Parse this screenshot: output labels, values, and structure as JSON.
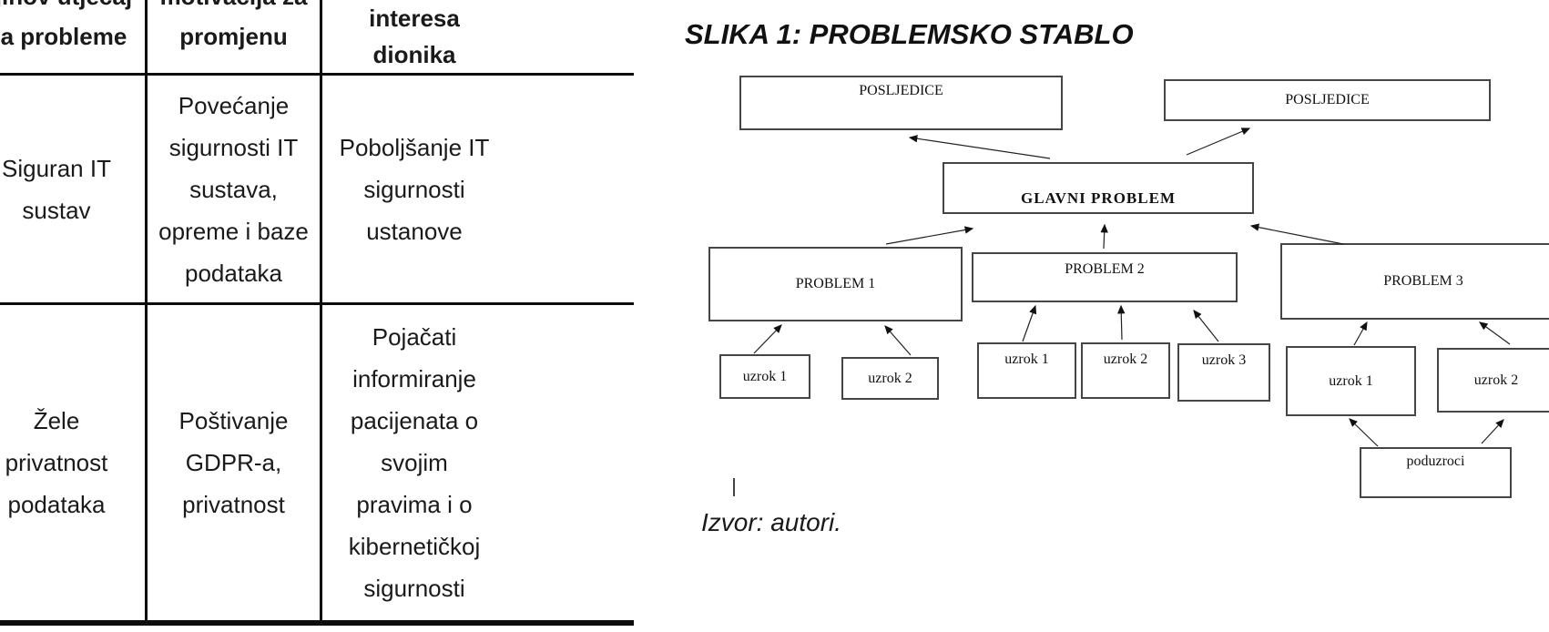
{
  "table": {
    "headers": [
      {
        "line1": "njihov utjecaj",
        "line2": "na probleme"
      },
      {
        "line1": "motivacija za",
        "line2": "promjenu"
      },
      {
        "line1": "interesa",
        "line2": "dionika"
      }
    ],
    "rows": [
      {
        "col1": "Siguran IT\nsustav",
        "col2": "Povećanje\nsigurnosti IT\nsustava,\nopreme i baze\npodataka",
        "col3": "Poboljšanje IT\nsigurnosti\nustanove"
      },
      {
        "col1": "Žele\nprivatnost\npodataka",
        "col2": "Poštivanje\nGDPR-a,\nprivatnost",
        "col3": "Pojačati\ninformiranje\npacijenata o\nsvojim\npravima i o\nkibernetičkoj\nsigurnosti"
      }
    ]
  },
  "figure": {
    "title": "SLIKA 1: PROBLEMSKO STABLO",
    "caption": "Izvor: autori.",
    "nodes": {
      "posljedice_left": "POSLJEDICE",
      "posljedice_right": "POSLJEDICE",
      "glavni": "GLAVNI PROBLEM",
      "problem1": "PROBLEM 1",
      "problem2": "PROBLEM 2",
      "problem3": "PROBLEM 3",
      "p1_uzrok1": "uzrok 1",
      "p1_uzrok2": "uzrok 2",
      "p2_uzrok1": "uzrok 1",
      "p2_uzrok2": "uzrok 2",
      "p2_uzrok3": "uzrok 3",
      "p3_uzrok1": "uzrok 1",
      "p3_uzrok2": "uzrok 2",
      "poduzroci": "poduzroci"
    }
  },
  "colors": {
    "table_border": "#0d0d0d",
    "node_border": "#454545",
    "text": "#1a1a1a"
  }
}
